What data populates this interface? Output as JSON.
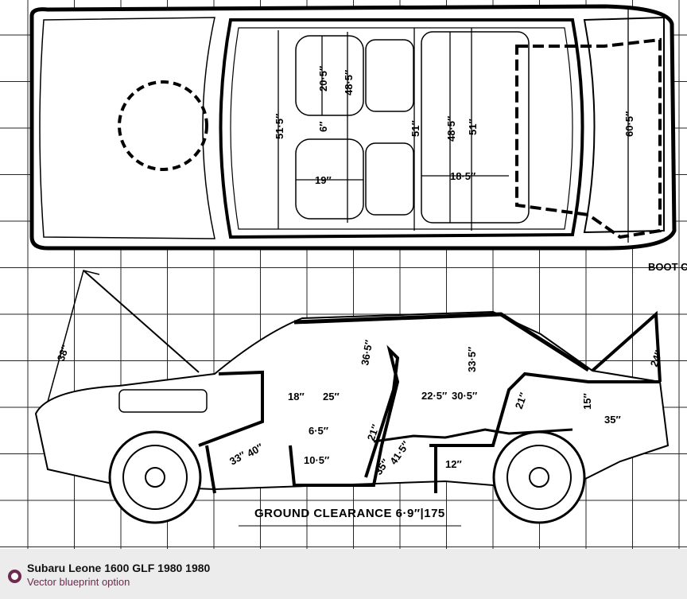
{
  "caption": {
    "title": "Subaru Leone 1600 GLF 1980 1980",
    "subtitle": "Vector blueprint option",
    "icon": "radio-ring-icon",
    "accent_color": "#6e2a50"
  },
  "blueprint": {
    "top_view_labels": {
      "roof_width": "51·5″",
      "front_seat_depth": "20·5″",
      "front_seat_height": "48·5″",
      "seat_gap": "6″",
      "front_seat_width": "19″",
      "interior_width": "51″",
      "rear_height": "48·5″",
      "rear_width": "51″",
      "rear_seat_width": "18·5″",
      "boot_width": "60·5″",
      "boot_label": "BOOT C"
    },
    "side_view_labels": {
      "bonnet": "38″",
      "front_headroom": "36·5″",
      "rear_headroom": "33·5″",
      "boot_lid": "24″",
      "front_a": "18″",
      "front_b": "25″",
      "rear_a": "22·5″",
      "rear_b": "30·5″",
      "rear_seat_back": "21″",
      "boot_height": "15″",
      "boot_length": "35″",
      "seat_height": "6·5″",
      "seat_back": "21″",
      "pedal_a": "33″",
      "pedal_b": "40″",
      "cushion": "10·5″",
      "leg_a": "35″",
      "leg_b": "41·5″",
      "rear_cushion": "12″",
      "ground_clearance": "GROUND CLEARANCE 6·9″|175"
    }
  }
}
